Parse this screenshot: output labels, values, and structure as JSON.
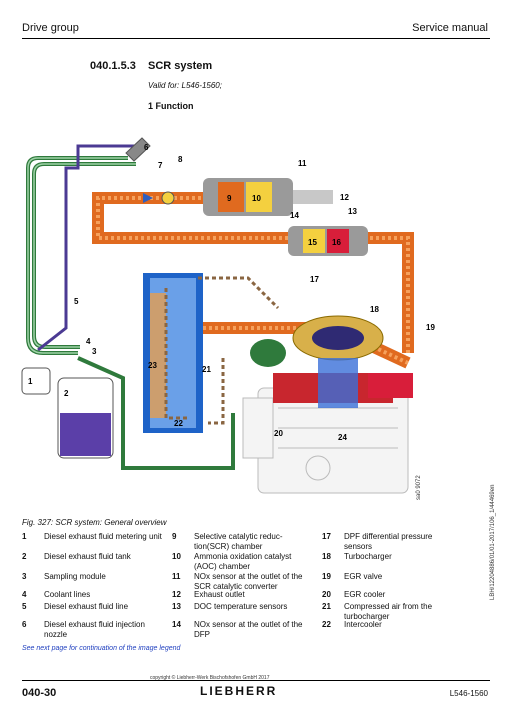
{
  "header": {
    "left": "Drive group",
    "right": "Service manual"
  },
  "section": {
    "number": "040.1.5.3",
    "title": "SCR system",
    "valid_for": "Valid for: L546-1560;",
    "subsection": "1 Function"
  },
  "figure": {
    "caption": "Fig. 327: SCR system: General overview",
    "part_numbers": [
      "1",
      "2",
      "3",
      "4",
      "5",
      "6",
      "7",
      "8",
      "9",
      "10",
      "11",
      "12",
      "13",
      "14",
      "15",
      "16",
      "17",
      "18",
      "19",
      "20",
      "21",
      "22",
      "23",
      "24"
    ],
    "side_code": "LBH/12204886/01/01-2017/106_1/44469en",
    "image_ref": "sa0 9072"
  },
  "legend": [
    {
      "num": "1",
      "text": "Diesel exhaust fluid metering unit"
    },
    {
      "num": "2",
      "text": "Diesel exhaust fluid tank"
    },
    {
      "num": "3",
      "text": "Sampling module"
    },
    {
      "num": "4",
      "text": "Coolant lines"
    },
    {
      "num": "5",
      "text": "Diesel exhaust fluid line"
    },
    {
      "num": "6",
      "text": "Diesel exhaust fluid injection nozzle"
    },
    {
      "num": "9",
      "text": "Selective catalytic reduc-tion(SCR) chamber"
    },
    {
      "num": "10",
      "text": "Ammonia oxidation catalyst (AOC) chamber"
    },
    {
      "num": "11",
      "text": "NOx sensor at the outlet of the SCR catalytic converter"
    },
    {
      "num": "12",
      "text": "Exhaust outlet"
    },
    {
      "num": "13",
      "text": "DOC temperature sensors"
    },
    {
      "num": "14",
      "text": "NOx sensor at the outlet of the DFP"
    },
    {
      "num": "17",
      "text": "DPF differential pressure sensors"
    },
    {
      "num": "18",
      "text": "Turbocharger"
    },
    {
      "num": "19",
      "text": "EGR valve"
    },
    {
      "num": "20",
      "text": "EGR cooler"
    },
    {
      "num": "21",
      "text": "Compressed air from the turbocharger"
    },
    {
      "num": "22",
      "text": "Intercooler"
    }
  ],
  "continuation_note": "See next page for continuation of the image legend",
  "footer": {
    "page": "040-30",
    "copyright": "copyright © Liebherr-Werk Bischofshofen GmbH 2017",
    "brand": "LIEBHERR",
    "model": "L546-1560"
  }
}
